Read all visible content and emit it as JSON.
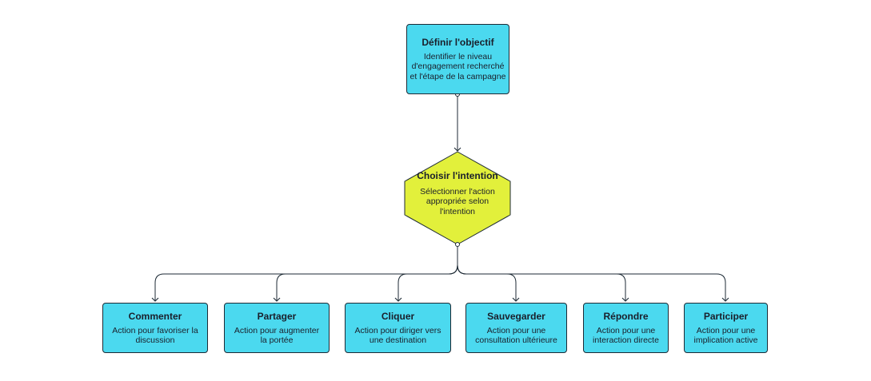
{
  "colors": {
    "box_fill": "#4bd9ef",
    "hex_fill": "#e2f03b",
    "stroke": "#1d2a35"
  },
  "root": {
    "title": "Définir l'objectif",
    "desc": "Identifier le niveau d'engagement recherché et l'étape de la campagne"
  },
  "decision": {
    "title": "Choisir l'intention",
    "desc": "Sélectionner l'action appropriée selon l'intention"
  },
  "actions": [
    {
      "title": "Commenter",
      "desc": "Action pour favoriser la discussion"
    },
    {
      "title": "Partager",
      "desc": "Action pour augmenter la portée"
    },
    {
      "title": "Cliquer",
      "desc": "Action pour diriger vers une destination"
    },
    {
      "title": "Sauvegarder",
      "desc": "Action pour une consultation ultérieure"
    },
    {
      "title": "Répondre",
      "desc": "Action pour une interaction directe"
    },
    {
      "title": "Participer",
      "desc": "Action pour une implication active"
    }
  ]
}
